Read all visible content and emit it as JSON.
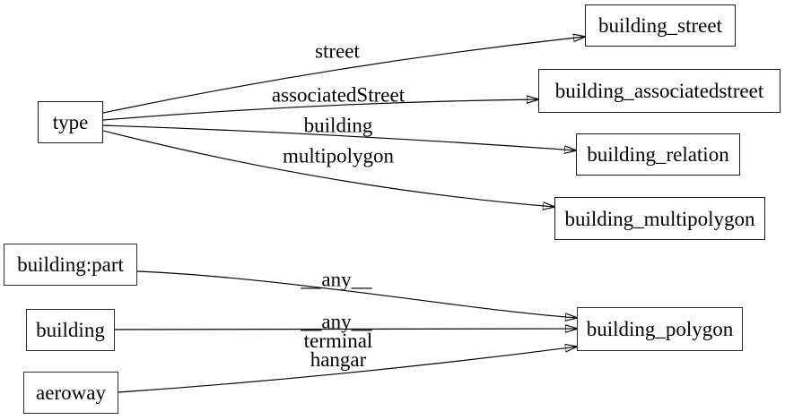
{
  "diagram": {
    "kind": "directed-graph",
    "background": "#ffffff",
    "colors": {
      "node_border": "#000000",
      "node_fill": "#ffffff",
      "edge": "#000000",
      "text": "#000000"
    },
    "nodes": [
      {
        "id": "type",
        "label": "type"
      },
      {
        "id": "building_street",
        "label": "building_street"
      },
      {
        "id": "building_associatedstreet",
        "label": "building_associatedstreet"
      },
      {
        "id": "building_relation",
        "label": "building_relation"
      },
      {
        "id": "building_multipolygon",
        "label": "building_multipolygon"
      },
      {
        "id": "building:part",
        "label": "building:part"
      },
      {
        "id": "building",
        "label": "building"
      },
      {
        "id": "aeroway",
        "label": "aeroway"
      },
      {
        "id": "building_polygon",
        "label": "building_polygon"
      }
    ],
    "edges": [
      {
        "from": "type",
        "to": "building_street",
        "label": "street"
      },
      {
        "from": "type",
        "to": "building_associatedstreet",
        "label": "associatedStreet"
      },
      {
        "from": "type",
        "to": "building_relation",
        "label": "building"
      },
      {
        "from": "type",
        "to": "building_multipolygon",
        "label": "multipolygon"
      },
      {
        "from": "building:part",
        "to": "building_polygon",
        "label": "__any__"
      },
      {
        "from": "building",
        "to": "building_polygon",
        "label": "__any__"
      },
      {
        "from": "aeroway",
        "to": "building_polygon",
        "label": "terminal\nhangar",
        "label_lines": [
          "terminal",
          "hangar"
        ]
      }
    ]
  }
}
